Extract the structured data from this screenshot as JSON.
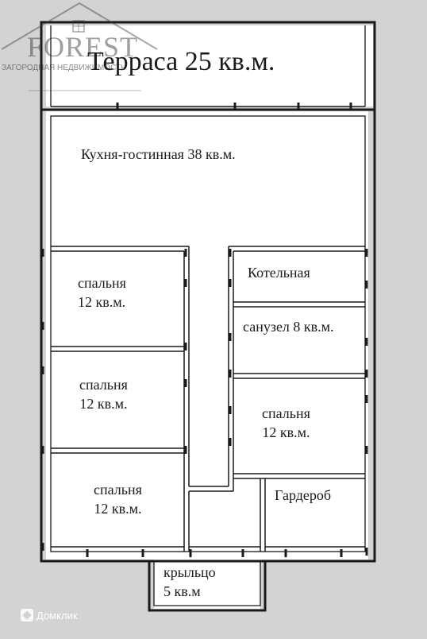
{
  "rooms": {
    "terrace": "Терраса 25 кв.м.",
    "kitchen": "Кухня-гостинная 38 кв.м.",
    "bedroom_1": [
      "спальня",
      "12 кв.м."
    ],
    "bedroom_2": [
      "спальня",
      "12 кв.м."
    ],
    "bedroom_3": [
      "спальня",
      "12 кв.м."
    ],
    "bedroom_4": [
      "спальня",
      "12 кв.м."
    ],
    "boiler": "Котельная",
    "bathroom": "санузел 8 кв.м.",
    "wardrobe": "Гардероб",
    "porch": [
      "крыльцо",
      "5 кв.м"
    ]
  },
  "watermark": {
    "brand": "FOREST",
    "subtitle": "ЗАГОРОДНАЯ НЕДВИЖИМОСТЬ"
  },
  "source_badge": "Домклик",
  "colors": {
    "background": "#d3d3d3",
    "wall_outer": "#1a1a1a",
    "room_fill": "#ffffff"
  }
}
